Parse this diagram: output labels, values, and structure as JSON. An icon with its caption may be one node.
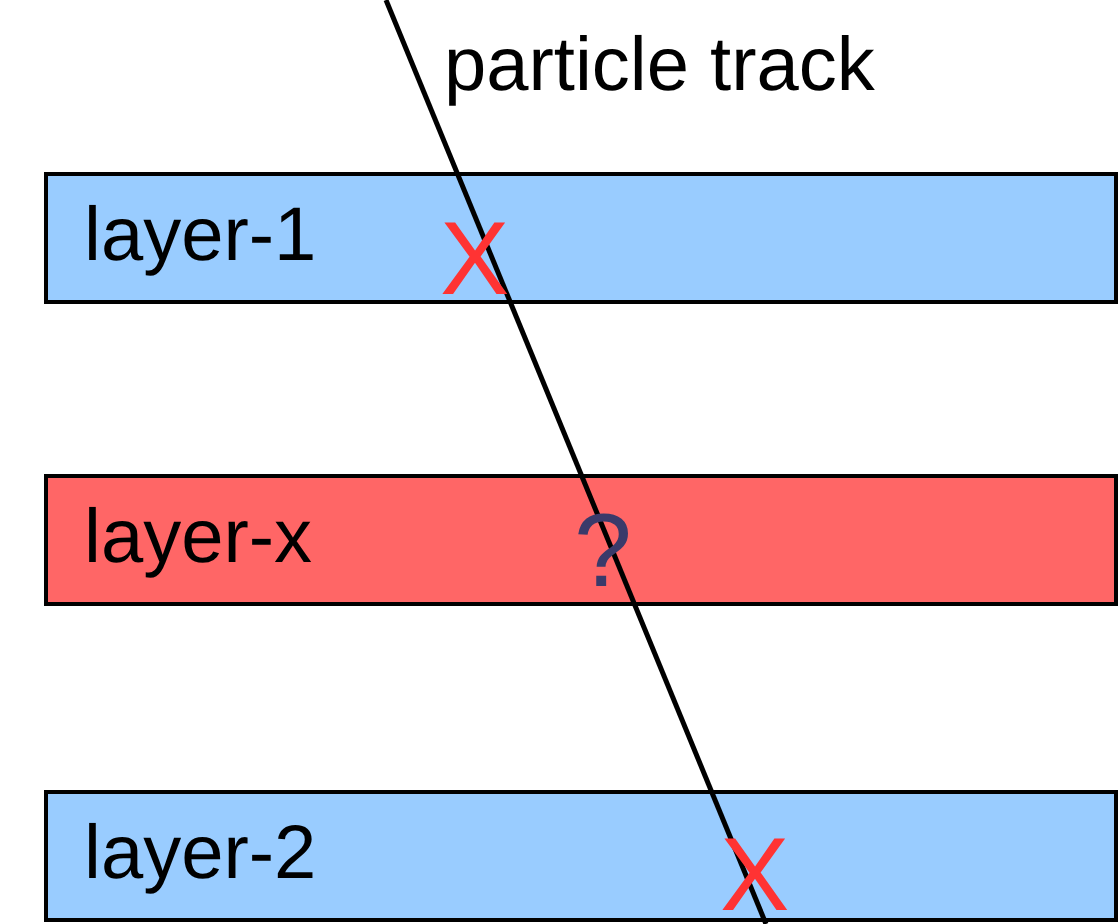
{
  "diagram": {
    "nodes": [
      {
        "text": [
          "layer-1"
        ]
      },
      {
        "text": [
          "layer-x"
        ]
      },
      {
        "text": [
          "layer-2"
        ]
      }
    ],
    "labels": [
      "particle track",
      "X",
      "?",
      "X"
    ]
  }
}
